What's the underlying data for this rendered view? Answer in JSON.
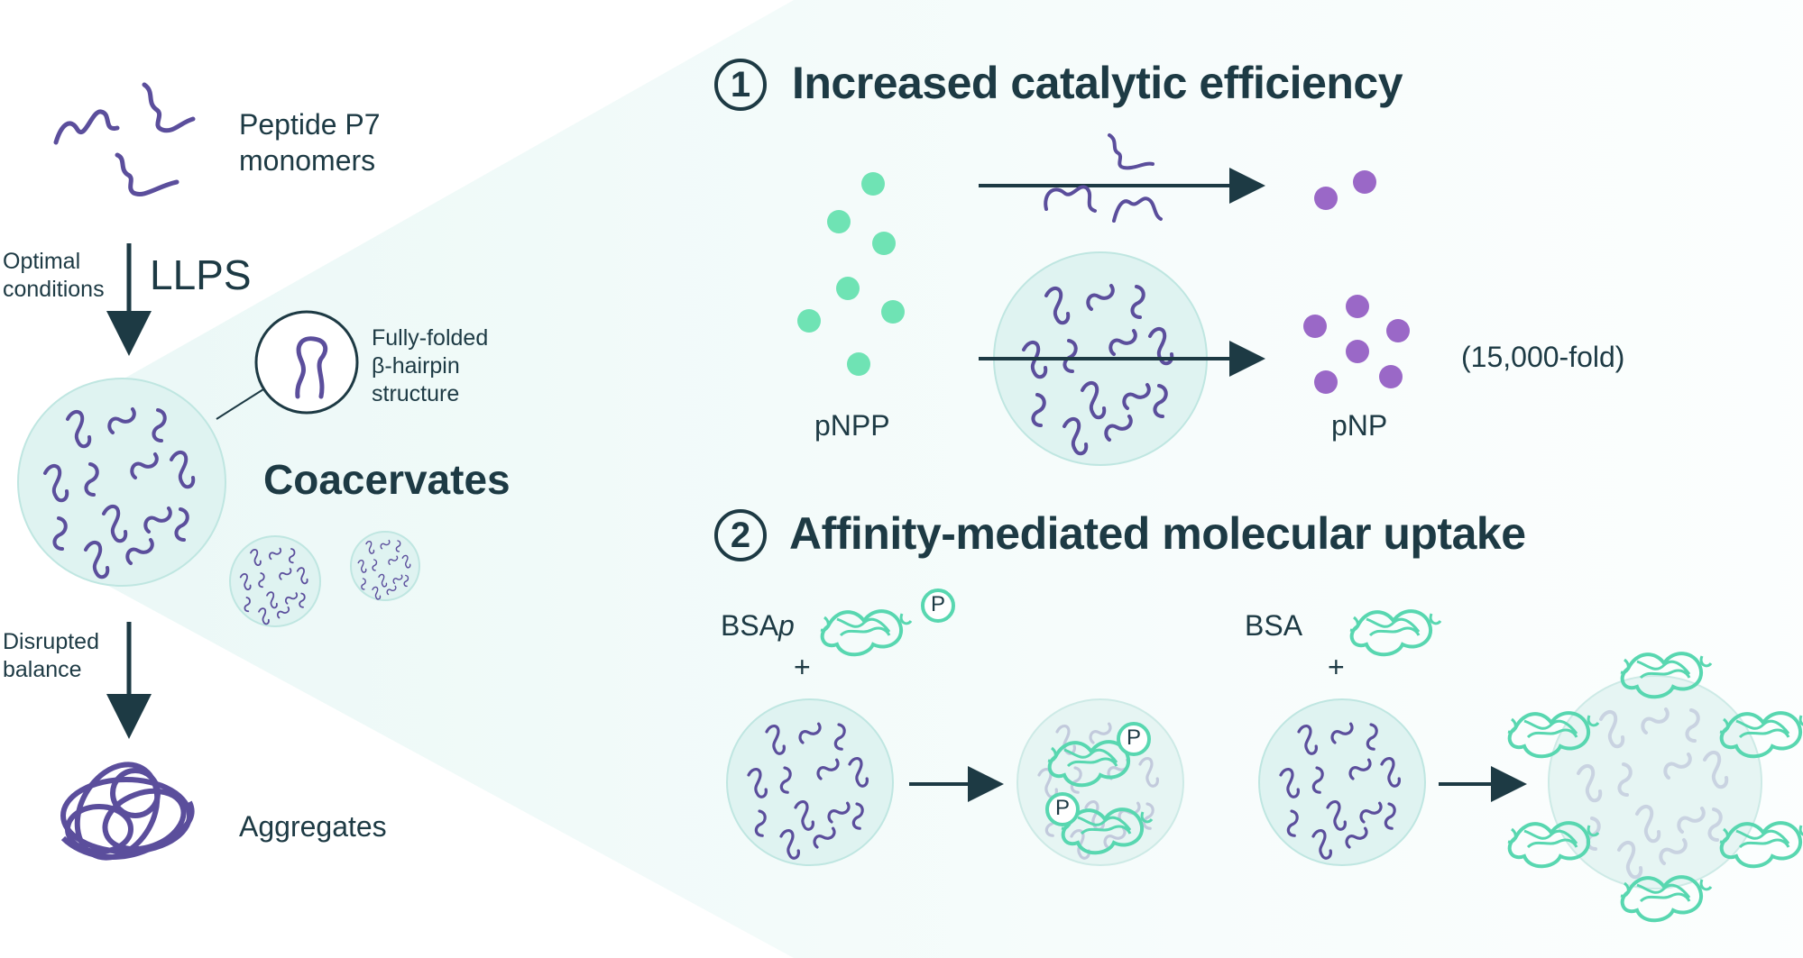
{
  "left_panel": {
    "monomers_label": [
      "Peptide P7",
      "monomers"
    ],
    "optimal_label": [
      "Optimal",
      "conditions"
    ],
    "llps_label": "LLPS",
    "hairpin_label": [
      "Fully-folded",
      "β-hairpin",
      "structure"
    ],
    "coacervates_label": "Coacervates",
    "disrupted_label": [
      "Disrupted",
      "balance"
    ],
    "aggregates_label": "Aggregates"
  },
  "section1": {
    "number": "1",
    "title": "Increased catalytic efficiency",
    "substrate_label": "pNPP",
    "product_label": "pNP",
    "fold_label": "(15,000-fold)"
  },
  "section2": {
    "number": "2",
    "title": "Affinity-mediated molecular uptake",
    "bsap_label": "BSA",
    "bsap_suffix": "p",
    "bsa_label": "BSA",
    "plus": "+",
    "phosphate": "P"
  },
  "colors": {
    "text": "#1d3a44",
    "peptide": "#5b4e9c",
    "droplet_fill": "#dff3f1",
    "droplet_edge": "#bfe6e1",
    "substrate": "#6fe3b4",
    "product": "#9a68c7",
    "protein": "#58d7b0",
    "arrow": "#1d3a44",
    "wedge": "#eaf7f5"
  }
}
